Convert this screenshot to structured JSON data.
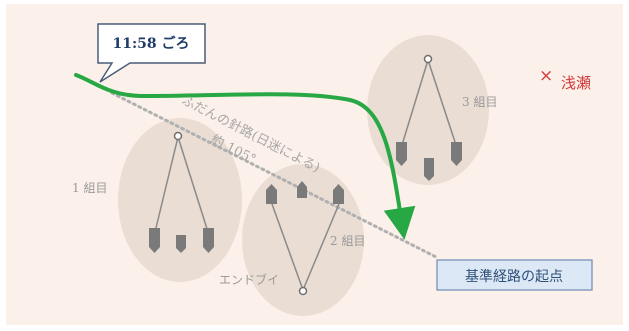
{
  "callout": {
    "time_label": "11:58 ごろ"
  },
  "route": {
    "label": "ふだんの針路(日迷による)",
    "angle_label": "約 105°"
  },
  "groups": {
    "group1_label": "1 組目",
    "group2_label": "2 組目",
    "group3_label": "3 組目",
    "end_buoy_label": "エンドブイ"
  },
  "shoal": {
    "icon_glyph": "×",
    "label": "浅瀬"
  },
  "start_point": {
    "label": "基準経路の起点"
  },
  "colors": {
    "background": "#fcf1ea",
    "ellipse": "#e9ddd4",
    "track": "#28a745",
    "route_dots": "#b0b0b0",
    "marker": "#7a7a7a",
    "shoal": "#d23a3a",
    "start_box": "#dce8f5",
    "start_border": "#6b8cb5"
  }
}
